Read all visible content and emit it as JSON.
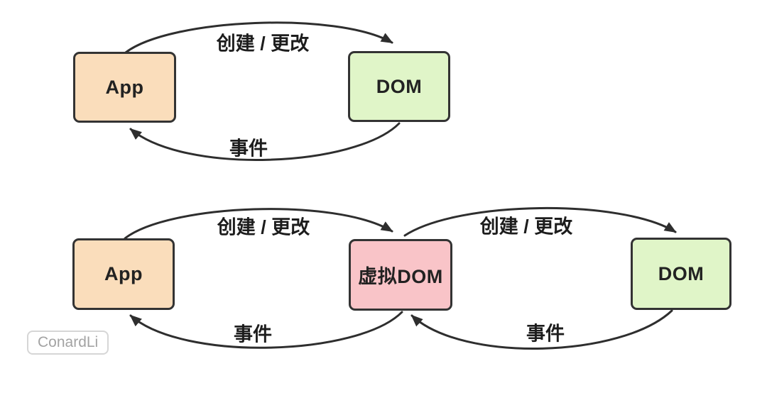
{
  "background": "#ffffff",
  "colors": {
    "app_node_fill": "#faddbb",
    "dom_node_fill": "#e0f5c8",
    "virtual_dom_node_fill": "#f9c4c8",
    "node_border": "#333333",
    "arrow_stroke": "#2e2e2e",
    "label_text": "#1d1d1d",
    "watermark_text": "#a3a3a3",
    "watermark_border": "#d6d6d6"
  },
  "top_diagram": {
    "nodes": [
      {
        "id": "app",
        "label": "App"
      },
      {
        "id": "dom",
        "label": "DOM"
      }
    ],
    "edges": [
      {
        "from": "App",
        "to": "DOM",
        "label": "创建 / 更改"
      },
      {
        "from": "DOM",
        "to": "App",
        "label": "事件"
      }
    ]
  },
  "bottom_diagram": {
    "nodes": [
      {
        "id": "app",
        "label": "App"
      },
      {
        "id": "virtual-dom",
        "label": "虚拟DOM"
      },
      {
        "id": "dom",
        "label": "DOM"
      }
    ],
    "edges": [
      {
        "from": "App",
        "to": "虚拟DOM",
        "label": "创建 / 更改"
      },
      {
        "from": "虚拟DOM",
        "to": "App",
        "label": "事件"
      },
      {
        "from": "虚拟DOM",
        "to": "DOM",
        "label": "创建 / 更改"
      },
      {
        "from": "DOM",
        "to": "虚拟DOM",
        "label": "事件"
      }
    ]
  },
  "watermark": {
    "label": "ConardLi"
  }
}
